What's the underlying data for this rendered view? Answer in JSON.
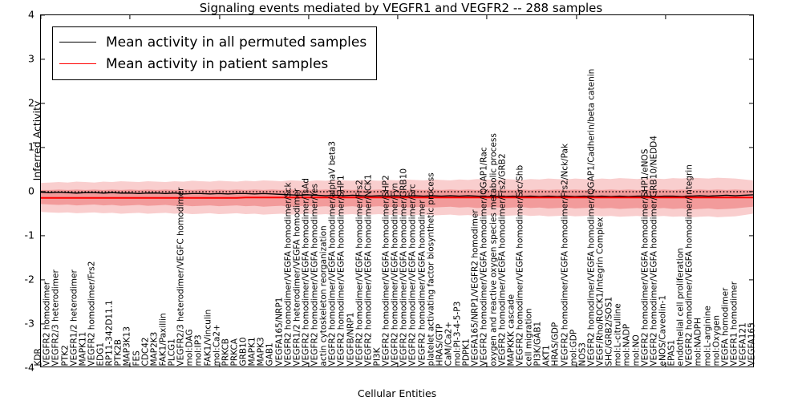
{
  "chart_data": {
    "type": "line",
    "title": "Signaling events mediated by VEGFR1 and VEGFR2 -- 288 samples",
    "xlabel": "Cellular Entities",
    "ylabel": "Inferred Activity",
    "ylim": [
      -4,
      4
    ],
    "yticks": [
      "-4",
      "-3",
      "-2",
      "-1",
      "0",
      "1",
      "2",
      "3",
      "4"
    ],
    "grid": false,
    "legend_position": "upper left",
    "legend": [
      {
        "label": "Mean activity in all permuted samples",
        "color": "#000000",
        "style": "solid"
      },
      {
        "label": "Mean activity in patient samples",
        "color": "#ff0000",
        "style": "solid"
      }
    ],
    "categories": [
      "KDR",
      "VEGFR2 homodimer",
      "VEGFR2/3 heterodimer",
      "PTK2",
      "VEGFR1/2 heterodimer",
      "MAPK11",
      "VEGFR2 homodimer/Frs2",
      "EDG1",
      "RP11-342D11.1",
      "PTK2B",
      "MAP3K13",
      "FES",
      "CDC42",
      "MAP2K3",
      "FAK1/Paxillin",
      "PLCG1",
      "VEGFR2/3 heterodimer/VEGFC homodimer",
      "mol:DAG",
      "mol:IP3",
      "FAK1/Vinculin",
      "mol:Ca2+",
      "PRKCB",
      "PRKCA",
      "GRB10",
      "MAPK1",
      "MAPK3",
      "GAB1",
      "VEGFA165/NRP1",
      "VEGFR2 homodimer/VEGFA homodimer/Sck",
      "VEGFR1/2 heterodimer/VEGFA homodimer",
      "VEGFR2 homodimer/VEGFA homodimer/TsAd",
      "VEGFR2 homodimer/VEGFA homodimer/Yes",
      "actin cytoskeleton reorganization",
      "VEGFR2 homodimer/VEGFA homodimer/alphaV beta3",
      "VEGFR2 homodimer/VEGFA homodimer/SHP1",
      "VEGFB/NRP1",
      "VEGFR2 homodimer/VEGFA homodimer/Frs2",
      "VEGFR2 homodimer/VEGFA homodimer/NCK1",
      "PI3K",
      "VEGFR2 homodimer/VEGFA homodimer/SHP2",
      "VEGFR2 homodimer/VEGFA homodimer/Fyn",
      "VEGFR2 homodimer/VEGFA homodimer/GRB10",
      "VEGFR2 homodimer/VEGFA homodimer/Src",
      "VEGFR2 homodimer/VEGFA homodimer",
      "platelet activating factor biosynthetic process",
      "HRAS/GTP",
      "CaM/Ca2+",
      "mol:PI-3-4-5-P3",
      "PDPK1",
      "VEGFA165/NRP1/VEGFR2 homodimer",
      "VEGFR2 homodimer/VEGFA homodimer/IQGAP1/Rac",
      "oxygen and reactive oxygen species metabolic process",
      "VEGFR2 homodimer/VEGFA homodimer/Frs2/GRB2",
      "MAPKKK cascade",
      "VEGFR2 homodimer/VEGFA homodimer/Src/Shb",
      "cell migration",
      "PI3K/GAB1",
      "AKT1",
      "HRAS/GDP",
      "VEGFR2 homodimer/VEGFA homodimer/Frs2/Nck/Pak",
      "mol:GDP",
      "NOS3",
      "VEGFR2 homodimer/VEGFA homodimer/IQGAP1/Cadherin/beta catenin",
      "VEGF/Rho/ROCK1/Integrin Complex",
      "SHC/GRB2/SOS1",
      "mol:L-citrulline",
      "mol:NADP",
      "mol:NO",
      "VEGFR2 homodimer/VEGFA homodimer/SHP1/eNOS",
      "VEGFR2 homodimer/VEGFA homodimer/GRB10/NEDD4",
      "eNOS/Caveolin-1",
      "EPAS1",
      "endothelial cell proliferation",
      "VEGFR2 homodimer/VEGFA homodimer/Integrin",
      "mol:NADPH",
      "mol:L-arginine",
      "mol:Oxygen",
      "VEGFA homodimer",
      "VEGFR1 homodimer",
      "VEGFA121",
      "VEGFA165"
    ],
    "series": [
      {
        "name": "Mean activity in all permuted samples",
        "color": "#000000",
        "values": [
          -0.03,
          -0.04,
          -0.03,
          -0.04,
          -0.05,
          -0.04,
          -0.04,
          -0.05,
          -0.04,
          -0.05,
          -0.05,
          -0.06,
          -0.05,
          -0.05,
          -0.06,
          -0.05,
          -0.07,
          -0.06,
          -0.06,
          -0.07,
          -0.06,
          -0.07,
          -0.06,
          -0.06,
          -0.07,
          -0.06,
          -0.07,
          -0.08,
          -0.09,
          -0.1,
          -0.09,
          -0.1,
          -0.11,
          -0.1,
          -0.11,
          -0.1,
          -0.11,
          -0.12,
          -0.11,
          -0.12,
          -0.11,
          -0.12,
          -0.11,
          -0.12,
          -0.11,
          -0.12,
          -0.11,
          -0.12,
          -0.11,
          -0.12,
          -0.13,
          -0.12,
          -0.13,
          -0.12,
          -0.13,
          -0.12,
          -0.13,
          -0.12,
          -0.13,
          -0.12,
          -0.13,
          -0.12,
          -0.13,
          -0.12,
          -0.13,
          -0.12,
          -0.13,
          -0.12,
          -0.12,
          -0.13,
          -0.12,
          -0.12,
          -0.13,
          -0.12,
          -0.11,
          -0.12,
          -0.11,
          -0.1,
          -0.11,
          -0.1,
          -0.09
        ]
      },
      {
        "name": "Mean activity in patient samples",
        "color": "#ff0000",
        "values": [
          -0.16,
          -0.16,
          -0.16,
          -0.16,
          -0.16,
          -0.16,
          -0.16,
          -0.16,
          -0.16,
          -0.16,
          -0.16,
          -0.16,
          -0.16,
          -0.16,
          -0.16,
          -0.16,
          -0.16,
          -0.16,
          -0.16,
          -0.16,
          -0.16,
          -0.16,
          -0.16,
          -0.15,
          -0.15,
          -0.15,
          -0.15,
          -0.15,
          -0.15,
          -0.15,
          -0.15,
          -0.15,
          -0.15,
          -0.15,
          -0.15,
          -0.15,
          -0.15,
          -0.15,
          -0.15,
          -0.15,
          -0.15,
          -0.15,
          -0.15,
          -0.15,
          -0.15,
          -0.15,
          -0.15,
          -0.15,
          -0.15,
          -0.15,
          -0.15,
          -0.15,
          -0.15,
          -0.15,
          -0.15,
          -0.15,
          -0.15,
          -0.15,
          -0.15,
          -0.15,
          -0.15,
          -0.15,
          -0.15,
          -0.15,
          -0.15,
          -0.15,
          -0.15,
          -0.15,
          -0.15,
          -0.15,
          -0.15,
          -0.15,
          -0.15,
          -0.15,
          -0.15,
          -0.15,
          -0.15,
          -0.15,
          -0.15,
          -0.15,
          -0.15
        ]
      }
    ],
    "bands": [
      {
        "name": "patient samples spread (outer)",
        "color": "#f4a6a6",
        "opacity": 0.55,
        "upper": [
          0.18,
          0.19,
          0.2,
          0.19,
          0.21,
          0.2,
          0.19,
          0.21,
          0.2,
          0.22,
          0.21,
          0.2,
          0.22,
          0.21,
          0.2,
          0.22,
          0.21,
          0.23,
          0.22,
          0.21,
          0.23,
          0.22,
          0.21,
          0.23,
          0.22,
          0.24,
          0.23,
          0.22,
          0.24,
          0.23,
          0.22,
          0.24,
          0.23,
          0.25,
          0.24,
          0.23,
          0.25,
          0.24,
          0.23,
          0.25,
          0.24,
          0.26,
          0.25,
          0.24,
          0.26,
          0.25,
          0.24,
          0.26,
          0.25,
          0.27,
          0.26,
          0.25,
          0.27,
          0.26,
          0.25,
          0.27,
          0.26,
          0.28,
          0.27,
          0.26,
          0.28,
          0.27,
          0.26,
          0.28,
          0.27,
          0.29,
          0.28,
          0.27,
          0.29,
          0.28,
          0.27,
          0.29,
          0.28,
          0.3,
          0.29,
          0.28,
          0.3,
          0.29,
          0.28,
          0.26,
          0.24
        ],
        "lower": [
          -0.48,
          -0.49,
          -0.5,
          -0.49,
          -0.51,
          -0.5,
          -0.49,
          -0.51,
          -0.5,
          -0.52,
          -0.51,
          -0.5,
          -0.52,
          -0.51,
          -0.5,
          -0.52,
          -0.51,
          -0.53,
          -0.52,
          -0.51,
          -0.53,
          -0.52,
          -0.51,
          -0.53,
          -0.52,
          -0.54,
          -0.53,
          -0.52,
          -0.54,
          -0.53,
          -0.52,
          -0.54,
          -0.53,
          -0.55,
          -0.54,
          -0.53,
          -0.55,
          -0.54,
          -0.53,
          -0.55,
          -0.54,
          -0.56,
          -0.55,
          -0.54,
          -0.56,
          -0.55,
          -0.54,
          -0.56,
          -0.55,
          -0.57,
          -0.56,
          -0.55,
          -0.57,
          -0.56,
          -0.55,
          -0.57,
          -0.56,
          -0.58,
          -0.57,
          -0.56,
          -0.58,
          -0.57,
          -0.56,
          -0.58,
          -0.57,
          -0.59,
          -0.58,
          -0.57,
          -0.59,
          -0.58,
          -0.57,
          -0.59,
          -0.58,
          -0.6,
          -0.59,
          -0.58,
          -0.6,
          -0.59,
          -0.58,
          -0.55,
          -0.52
        ]
      },
      {
        "name": "patient samples spread (inner)",
        "color": "#ef8a8a",
        "opacity": 0.75,
        "upper": [
          0.02,
          0.02,
          0.03,
          0.02,
          0.03,
          0.02,
          0.03,
          0.02,
          0.03,
          0.02,
          0.03,
          0.02,
          0.03,
          0.02,
          0.03,
          0.02,
          0.03,
          0.02,
          0.03,
          0.02,
          0.03,
          0.02,
          0.03,
          0.02,
          0.03,
          0.02,
          0.03,
          0.02,
          0.03,
          0.02,
          0.03,
          0.02,
          0.03,
          0.02,
          0.03,
          0.02,
          0.03,
          0.02,
          0.03,
          0.02,
          0.03,
          0.02,
          0.03,
          0.02,
          0.03,
          0.02,
          0.03,
          0.02,
          0.03,
          0.02,
          0.03,
          0.02,
          0.03,
          0.02,
          0.03,
          0.02,
          0.03,
          0.02,
          0.03,
          0.02,
          0.03,
          0.02,
          0.03,
          0.02,
          0.03,
          0.02,
          0.03,
          0.02,
          0.03,
          0.02,
          0.03,
          0.02,
          0.03,
          0.02,
          0.03,
          0.02,
          0.03,
          0.02,
          0.03,
          0.02,
          0.02
        ],
        "lower": [
          -0.3,
          -0.31,
          -0.32,
          -0.31,
          -0.33,
          -0.32,
          -0.31,
          -0.33,
          -0.32,
          -0.34,
          -0.33,
          -0.32,
          -0.34,
          -0.33,
          -0.32,
          -0.34,
          -0.33,
          -0.35,
          -0.34,
          -0.33,
          -0.35,
          -0.34,
          -0.33,
          -0.35,
          -0.34,
          -0.36,
          -0.35,
          -0.34,
          -0.36,
          -0.35,
          -0.34,
          -0.36,
          -0.35,
          -0.37,
          -0.36,
          -0.35,
          -0.37,
          -0.36,
          -0.35,
          -0.37,
          -0.36,
          -0.38,
          -0.37,
          -0.36,
          -0.38,
          -0.37,
          -0.36,
          -0.38,
          -0.37,
          -0.39,
          -0.38,
          -0.37,
          -0.39,
          -0.38,
          -0.37,
          -0.39,
          -0.38,
          -0.4,
          -0.39,
          -0.38,
          -0.4,
          -0.39,
          -0.38,
          -0.4,
          -0.39,
          -0.41,
          -0.4,
          -0.39,
          -0.41,
          -0.4,
          -0.39,
          -0.41,
          -0.4,
          -0.42,
          -0.41,
          -0.4,
          -0.42,
          -0.41,
          -0.4,
          -0.38,
          -0.36
        ]
      }
    ],
    "dotted_reference": {
      "name": "permuted mean dotted overlay",
      "color": "#000000",
      "style": "dotted",
      "value": -0.02
    }
  }
}
